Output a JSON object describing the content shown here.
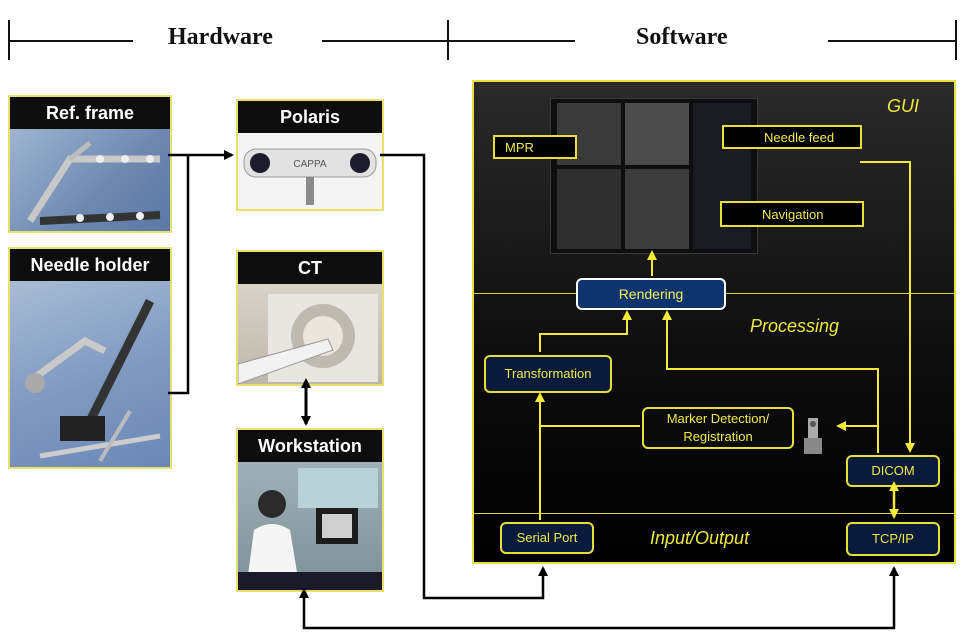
{
  "headers": {
    "hardware": "Hardware",
    "software": "Software"
  },
  "hardware": {
    "ref_frame": "Ref. frame",
    "needle_holder": "Needle holder",
    "polaris": "Polaris",
    "polaris_brand": "CAPPA",
    "ct": "CT",
    "workstation": "Workstation"
  },
  "software": {
    "sections": {
      "gui": "GUI",
      "processing": "Processing",
      "io": "Input/Output"
    },
    "gui_callouts": {
      "mpr": "MPR",
      "needle_feed": "Needle feed",
      "navigation": "Navigation"
    },
    "nodes": {
      "rendering": "Rendering",
      "transformation": "Transformation",
      "marker_detection": "Marker Detection/ Registration",
      "dicom": "DICOM",
      "serial_port": "Serial Port",
      "tcp_ip": "TCP/IP"
    }
  },
  "colors": {
    "accent": "#e8de3c",
    "node_fill": "#0b2148",
    "rendering_fill": "#0e3470",
    "panel": "#1a1a1a"
  }
}
